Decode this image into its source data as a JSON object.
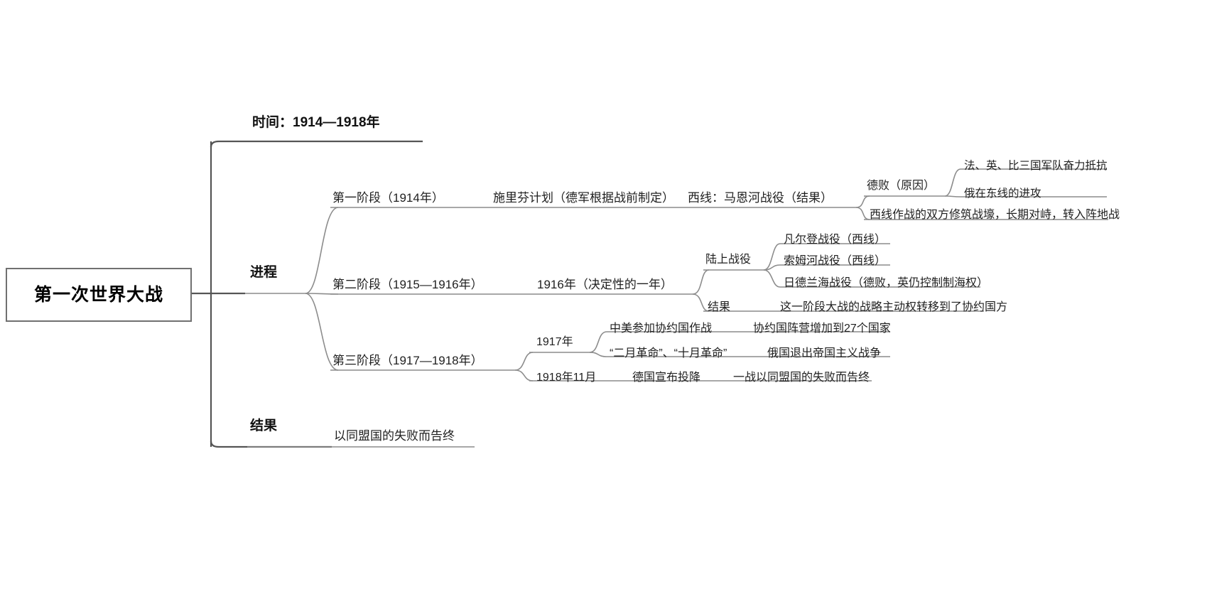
{
  "diagram": {
    "type": "mind-map",
    "title": "第一次世界大战",
    "root": {
      "label": "第一次世界大战"
    },
    "branches": {
      "time": {
        "label": "时间：1914—1918年"
      },
      "process": {
        "label": "进程",
        "stage1": {
          "label": "第一阶段（1914年）",
          "plan": "施里芬计划（德军根据战前制定）",
          "battle": "西线：马恩河战役（结果）",
          "defeat": "德败（原因）",
          "reasons": [
            "法、英、比三国军队奋力抵抗",
            "俄在东线的进攻"
          ],
          "trench": "西线作战的双方修筑战壕，长期对峙，转入阵地战"
        },
        "stage2": {
          "label": "第二阶段（1915—1916年）",
          "year": "1916年（决定性的一年）",
          "land_label": "陆上战役",
          "battles": [
            "凡尔登战役（西线）",
            "索姆河战役（西线）",
            "日德兰海战役（德败，英仍控制制海权）"
          ],
          "result_label": "结果",
          "result_text": "这一阶段大战的战略主动权转移到了协约国方"
        },
        "stage3": {
          "label": "第三阶段（1917—1918年）",
          "y1917": {
            "label": "1917年",
            "items": [
              {
                "event": "中美参加协约国作战",
                "outcome": "协约国阵营增加到27个国家"
              },
              {
                "event": "“二月革命”、“十月革命”",
                "outcome": "俄国退出帝国主义战争"
              }
            ]
          },
          "y1918": {
            "label": "1918年11月",
            "event": "德国宣布投降",
            "outcome": "一战以同盟国的失败而告终"
          }
        }
      },
      "result": {
        "label": "结果",
        "text": "以同盟国的失败而告终"
      }
    }
  },
  "colors": {
    "line": "#8c8c8c",
    "line_strong": "#555555",
    "root_border": "#707070",
    "text": "#1a1a1a",
    "background": "#ffffff"
  }
}
